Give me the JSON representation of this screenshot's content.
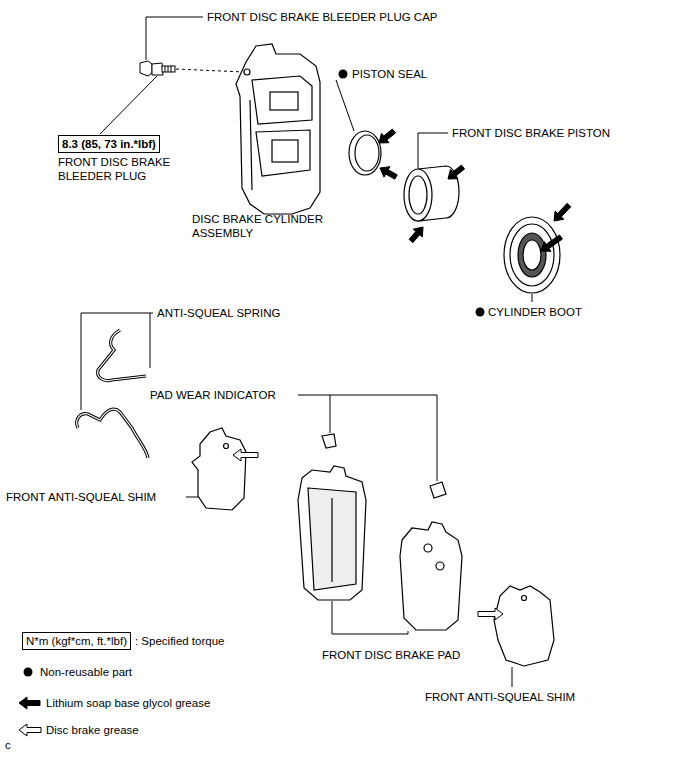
{
  "diagram": {
    "nodes": [
      {
        "text": [
          "8.3 (85, 73 in.*lbf)"
        ]
      },
      {
        "text": [
          "N*m (kgf*cm, ft.*lbf)"
        ]
      }
    ],
    "labels": [
      "FRONT DISC BRAKE BLEEDER PLUG CAP",
      "PISTON SEAL",
      "FRONT DISC BRAKE PISTON",
      "FRONT DISC BRAKE BLEEDER PLUG",
      "DISC BRAKE CYLINDER ASSEMBLY",
      "CYLINDER BOOT",
      "ANTI-SQUEAL SPRING",
      "PAD WEAR INDICATOR",
      "FRONT ANTI-SQUEAL SHIM",
      "FRONT DISC BRAKE PAD",
      "FRONT ANTI-SQUEAL SHIM",
      "c"
    ],
    "legend": [
      {
        "text": ": Specified torque"
      },
      {
        "text": "Non-reusable part"
      },
      {
        "text": "Lithium soap base glycol grease"
      },
      {
        "text": "Disc brake grease"
      }
    ]
  }
}
